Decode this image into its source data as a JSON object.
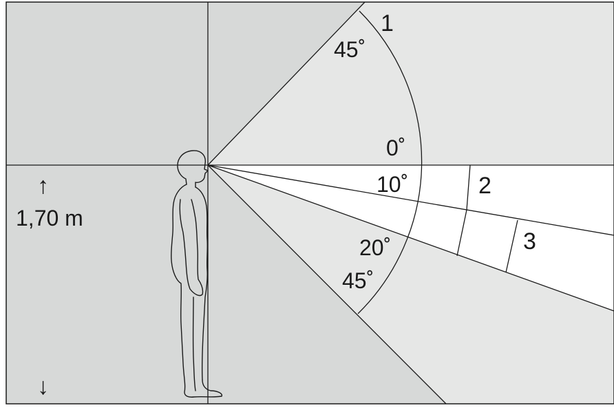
{
  "diagram": {
    "colors": {
      "background": "#d7d9d8",
      "field_zone": "#e6e7e6",
      "optimal_zone": "#ffffff",
      "line": "#1a1a1a"
    },
    "labels": {
      "zone_1": "1",
      "zone_2": "2",
      "zone_3": "3",
      "angle_up_45": "45˚",
      "angle_0": "0˚",
      "angle_10": "10˚",
      "angle_20": "20˚",
      "angle_down_45": "45˚",
      "eye_height": "1,70 m",
      "arrow_up": "↑",
      "arrow_down": "↓"
    },
    "icons": {
      "person": "standing-person-silhouette-icon"
    }
  }
}
